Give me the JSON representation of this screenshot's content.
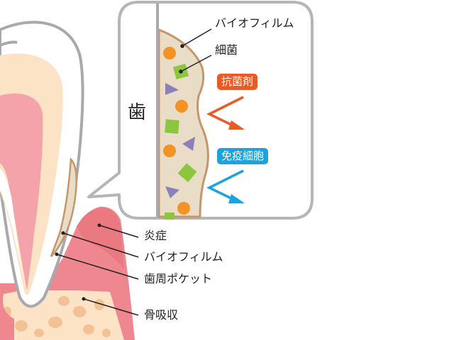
{
  "callout": {
    "tooth_label": "歯",
    "biofilm_label": "バイオフィルム",
    "bacteria_label": "細菌",
    "antibacterial_badge": "抗菌剤",
    "immune_cells_badge": "免疫細胞"
  },
  "labels": {
    "inflammation": "炎症",
    "biofilm": "バイオフィルム",
    "periodontal_pocket": "歯周ポケット",
    "bone_resorption": "骨吸収"
  },
  "colors": {
    "gum": "#ee8790",
    "pulp": "#f5a3aa",
    "dentin": "#fde3c6",
    "bone": "#fde3c6",
    "bone_spots": "#f3c193",
    "biofilm_fill": "#e9ddc8",
    "biofilm_edge": "#c4976a",
    "outline": "#a7a9ac",
    "antibacterial": "#ea5a24",
    "immune": "#1ba3e0",
    "bacteria_orange": "#f39325",
    "bacteria_green": "#8cc63f",
    "bacteria_purple": "#8b80ba"
  }
}
